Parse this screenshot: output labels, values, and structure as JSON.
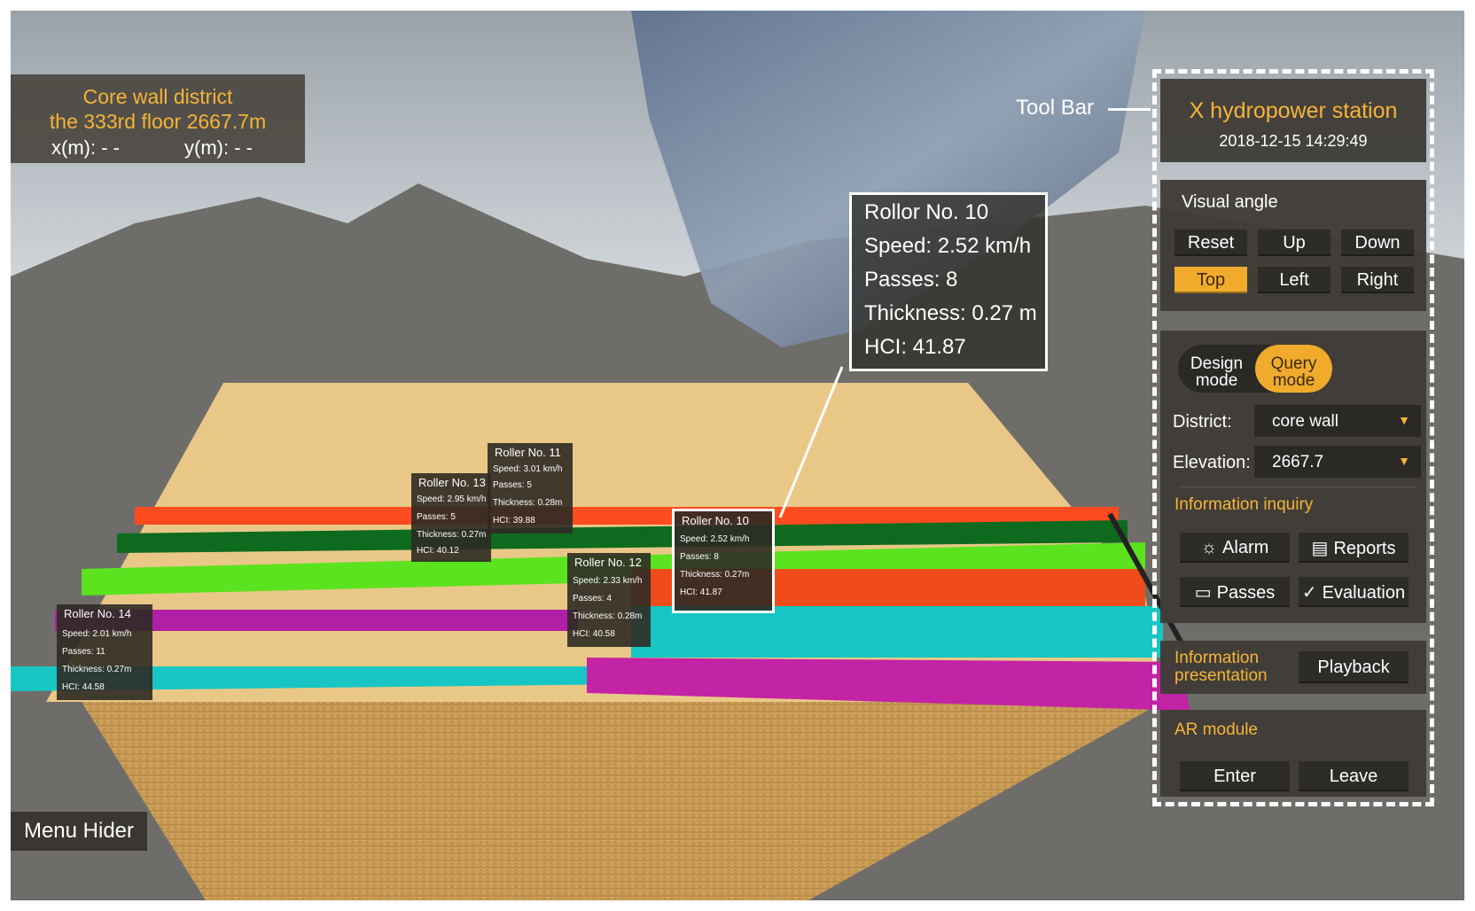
{
  "overlay": {
    "district_line": "Core wall district",
    "floor_line": "the 333rd floor 2667.7m",
    "x_label": "x(m): - -",
    "y_label": "y(m): - -"
  },
  "toolbar_annotation": "Tool Bar",
  "highlighted_roller": {
    "name": "Rollor No. 10",
    "speed": "Speed: 2.52 km/h",
    "passes": "Passes: 8",
    "thickness": "Thickness: 0.27 m",
    "hci": "HCI: 41.87"
  },
  "rollers": [
    {
      "name": "Roller No. 11",
      "speed": "Speed: 3.01 km/h",
      "passes": "Passes: 5",
      "thickness": "Thickness: 0.28m",
      "hci": "HCI: 39.88"
    },
    {
      "name": "Roller No. 13",
      "speed": "Speed: 2.95 km/h",
      "passes": "Passes: 5",
      "thickness": "Thickness: 0.27m",
      "hci": "HCI: 40.12"
    },
    {
      "name": "Roller No. 10",
      "speed": "Speed: 2.52 km/h",
      "passes": "Passes: 8",
      "thickness": "Thickness: 0.27m",
      "hci": "HCI: 41.87"
    },
    {
      "name": "Roller No. 12",
      "speed": "Speed: 2.33 km/h",
      "passes": "Passes: 4",
      "thickness": "Thickness: 0.28m",
      "hci": "HCI: 40.58"
    },
    {
      "name": "Roller No. 14",
      "speed": "Speed: 2.01 km/h",
      "passes": "Passes: 11",
      "thickness": "Thickness: 0.27m",
      "hci": "HCI: 44.58"
    }
  ],
  "menu_hider": "Menu Hider",
  "toolbar": {
    "station": "X hydropower station",
    "datetime": "2018-12-15 14:29:49",
    "visual_angle": {
      "label": "Visual angle",
      "buttons": [
        "Reset",
        "Up",
        "Down",
        "Top",
        "Left",
        "Right"
      ],
      "active": "Top"
    },
    "modes": {
      "design": [
        "Design",
        "mode"
      ],
      "query": [
        "Query",
        "mode"
      ],
      "active": "Query mode"
    },
    "district_label": "District:",
    "district_value": "core wall",
    "elevation_label": "Elevation:",
    "elevation_value": "2667.7",
    "information_inquiry": "Information inquiry",
    "inquiry_buttons": {
      "alarm": "Alarm",
      "reports": "Reports",
      "passes": "Passes",
      "evaluation": "Evaluation"
    },
    "information_presentation": [
      "Information",
      "presentation"
    ],
    "playback": "Playback",
    "ar_module": "AR module",
    "enter": "Enter",
    "leave": "Leave"
  },
  "colors": {
    "accent_orange": "#f6b437",
    "active_button": "#f0ab2c",
    "panel_bg": "#3f3c37"
  },
  "icons": {
    "alarm": "alarm-icon",
    "reports": "reports-icon",
    "passes": "passes-icon",
    "evaluation": "evaluation-icon",
    "caret": "chevron-down-icon"
  }
}
